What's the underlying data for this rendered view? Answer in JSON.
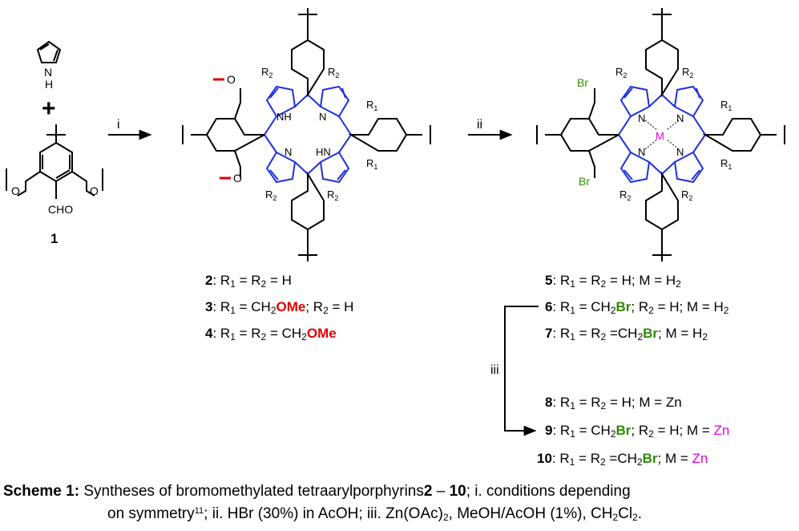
{
  "colors": {
    "porphyrin": "#1f2fe0",
    "methoxy": "#e00000",
    "bromine": "#2e8b00",
    "metal": "#e000e0"
  },
  "reagents": {
    "step1": "i",
    "step2": "ii",
    "step3": "iii"
  },
  "starting_material": {
    "pyrrole_label": "N\nH",
    "plus": "+",
    "aldehyde": "CHO",
    "compound_no": "1"
  },
  "atoms": {
    "NH": "NH",
    "N": "N",
    "HN": "HN",
    "O": "O",
    "Br": "Br",
    "M": "M",
    "R1": "R1",
    "R2": "R2"
  },
  "compounds_left": [
    {
      "no": "2",
      "rest": ": R1 = R2 = H"
    },
    {
      "no": "3",
      "rest": ": R1 = CH2OMe; R2 = H"
    },
    {
      "no": "4",
      "rest": ": R1 = R2 = CH2OMe"
    }
  ],
  "compounds_right": [
    {
      "no": "5",
      "text": ": R1 = R2 = H; M = H2"
    },
    {
      "no": "6",
      "text": ": R1 = CH2Br; R2 = H; M = H2"
    },
    {
      "no": "7",
      "text": ": R1 = R2 =CH2Br; M = H2"
    },
    {
      "no": "8",
      "text": ": R1 = R2 = H; M = Zn"
    },
    {
      "no": "9",
      "text": ": R1 = CH2Br; R2 = H; M = Zn"
    },
    {
      "no": "10",
      "text": ": R1 = R2 =CH2Br; M = Zn"
    }
  ],
  "caption": {
    "label": "Scheme 1:",
    "line1_a": "Syntheses of bromomethylated tetraarylporphyrins",
    "line1_b": "2",
    "line1_c": " – ",
    "line1_d": "10",
    "line1_e": "; i. conditions depending",
    "line2": "on symmetry11; ii. HBr (30%) in AcOH; iii. Zn(OAc)2, MeOH/AcOH (1%), CH2Cl2."
  }
}
